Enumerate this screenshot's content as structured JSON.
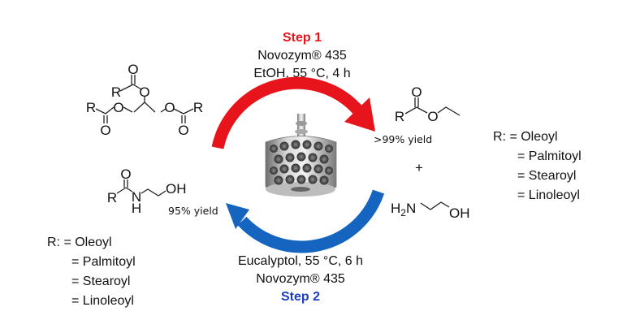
{
  "step1": {
    "label": "Step 1",
    "catalyst": "Novozym® 435",
    "conditions": "EtOH, 55 °C, 4 h",
    "color": "#e8141b"
  },
  "step2": {
    "label": "Step 2",
    "conditions": "Eucalyptol, 55 °C, 6 h",
    "catalyst": "Novozym® 435",
    "color": "#1565c0"
  },
  "atoms": {
    "O": "O",
    "R": "R",
    "N": "N",
    "H": "H",
    "OH": "OH",
    "H2N_H": "H",
    "H2N_2": "2",
    "H2N_N": "N"
  },
  "ester_yield": ">99% yield",
  "plus": "+",
  "amide_yield": "95% yield",
  "r_list_right": {
    "head": "R: = Oleoyl",
    "items": [
      "= Palmitoyl",
      "= Stearoyl",
      "= Linoleoyl"
    ]
  },
  "r_list_left": {
    "head": "R: = Oleoyl",
    "items": [
      "= Palmitoyl",
      "= Stearoyl",
      "= Linoleoyl"
    ]
  }
}
